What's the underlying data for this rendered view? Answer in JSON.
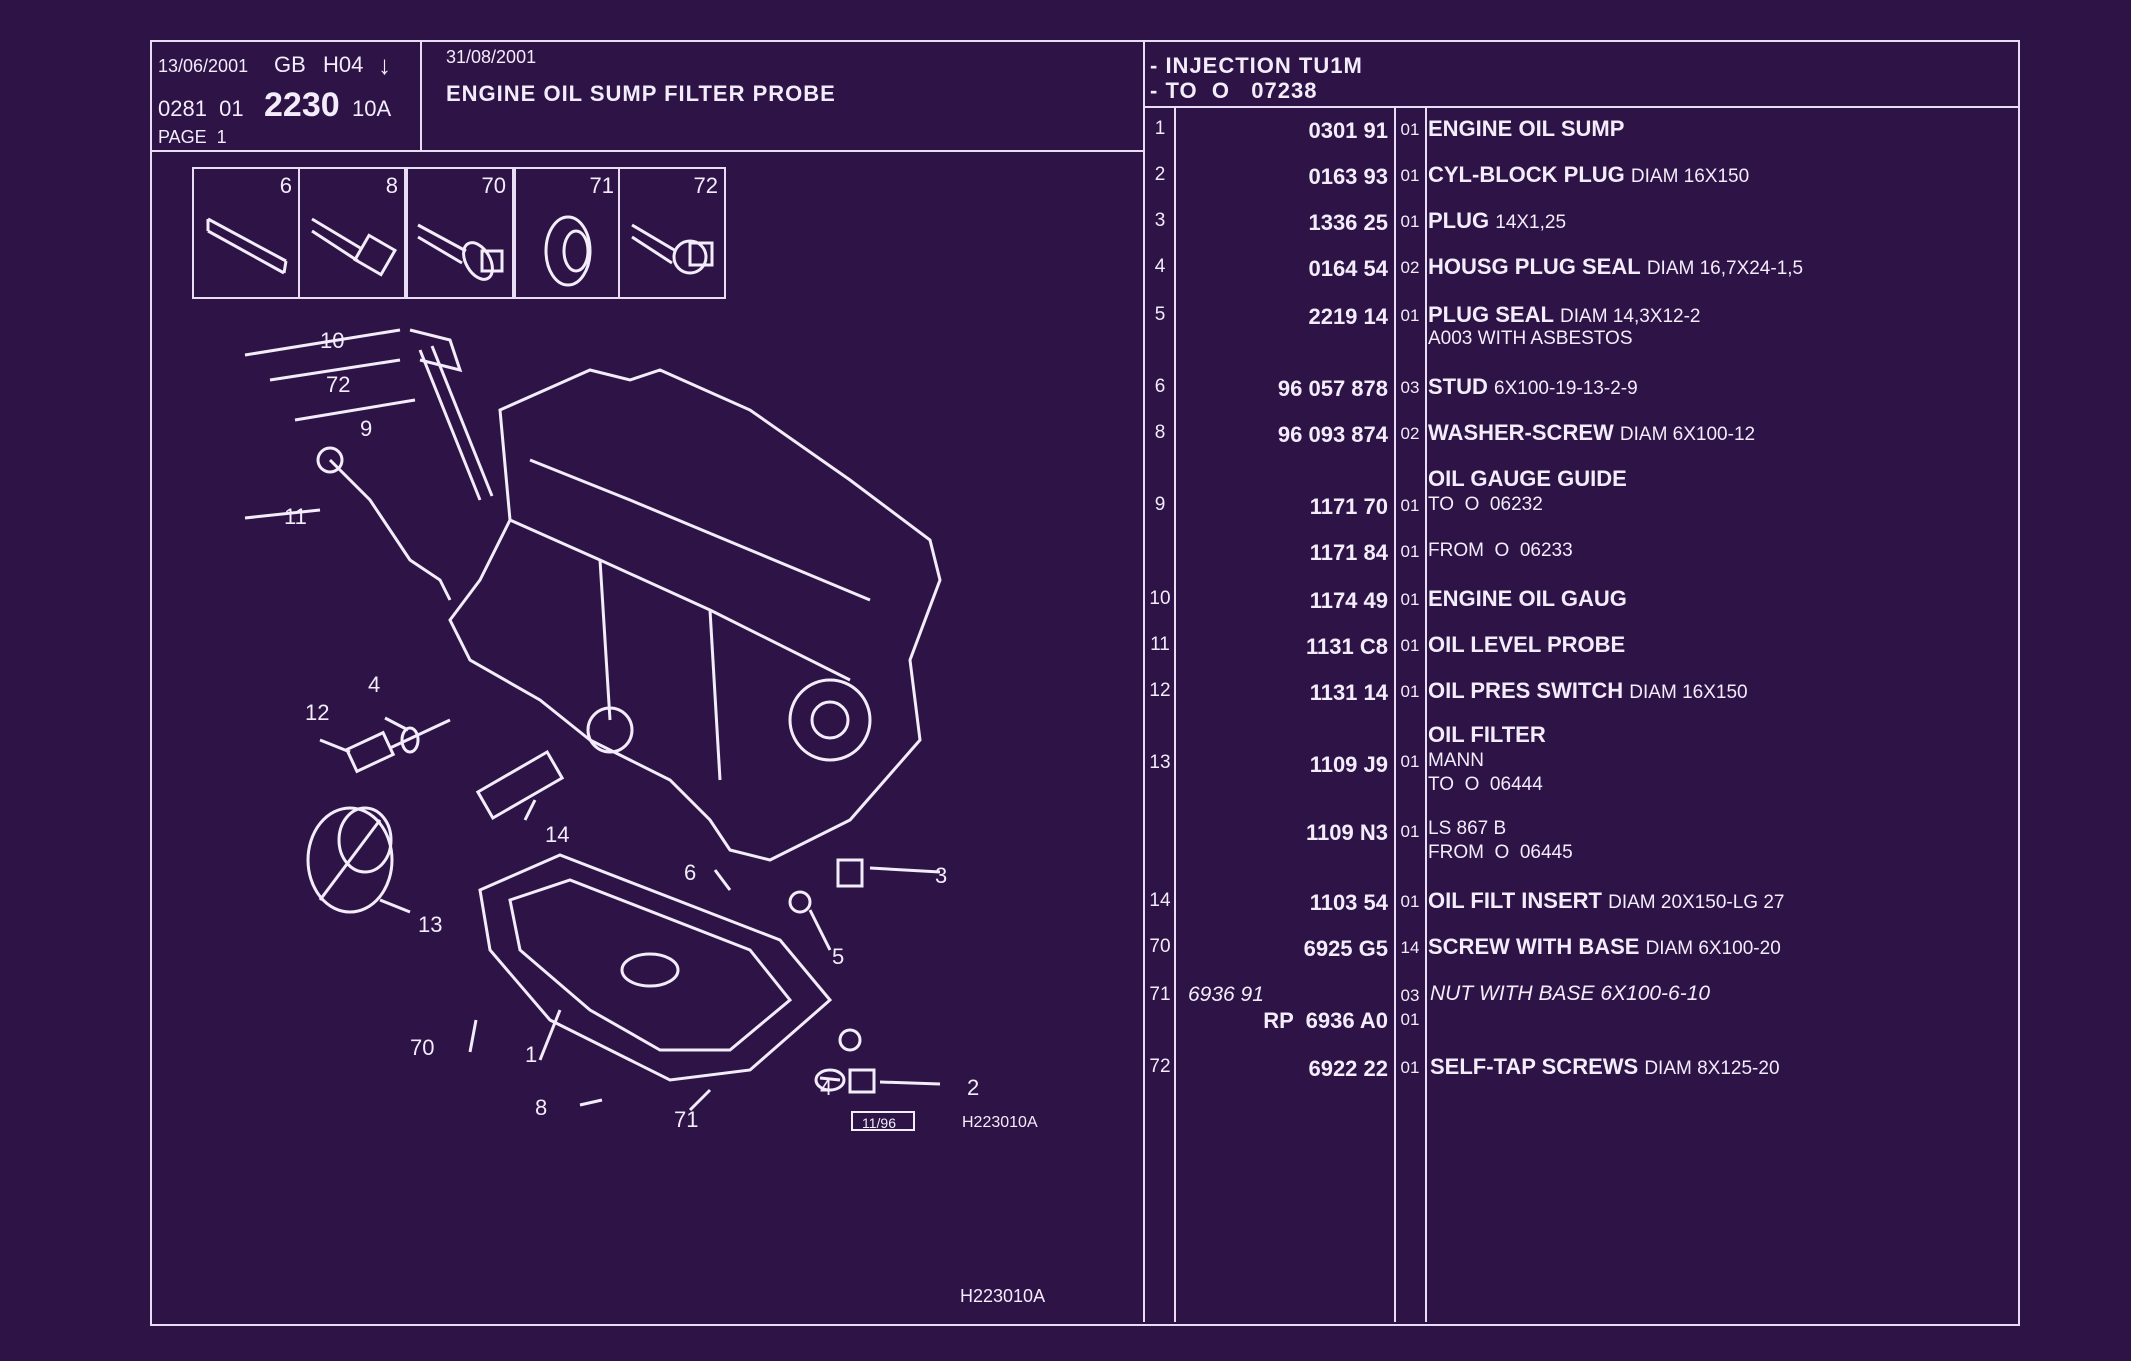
{
  "header": {
    "date1": "13/06/2001",
    "lang": "GB",
    "code": "H04",
    "arrow": "↓",
    "ref_prefix": "0281  01",
    "ref_main": "2230",
    "ref_suffix": "10A",
    "page": "PAGE  1",
    "date2": "31/08/2001",
    "title": "ENGINE OIL SUMP FILTER PROBE",
    "right_line1": "- INJECTION TU1M",
    "right_line2": "- TO  O   07238"
  },
  "thumbs": [
    "6",
    "8",
    "70",
    "71",
    "72"
  ],
  "callouts": [
    "10",
    "72",
    "9",
    "11",
    "4",
    "12",
    "14",
    "13",
    "6",
    "3",
    "5",
    "70",
    "1",
    "8",
    "71",
    "4",
    "2"
  ],
  "diagram_labels": {
    "date_box": "11/96",
    "code": "H223010A",
    "footer_code": "H223010A"
  },
  "parts": [
    {
      "item": "1",
      "ref": "0301 91",
      "qty": "01",
      "name": "ENGINE OIL SUMP",
      "detail": ""
    },
    {
      "item": "2",
      "ref": "0163 93",
      "qty": "01",
      "name": "CYL-BLOCK PLUG",
      "detail": "DIAM 16X150"
    },
    {
      "item": "3",
      "ref": "1336 25",
      "qty": "01",
      "name": "PLUG",
      "detail": "14X1,25"
    },
    {
      "item": "4",
      "ref": "0164 54",
      "qty": "02",
      "name": "HOUSG PLUG SEAL",
      "detail": "DIAM 16,7X24-1,5"
    },
    {
      "item": "5",
      "ref": "2219 14",
      "qty": "01",
      "name": "PLUG SEAL",
      "detail": "DIAM 14,3X12-2",
      "extra": "A003 WITH ASBESTOS"
    },
    {
      "item": "6",
      "ref": "96 057 878",
      "qty": "03",
      "name": "STUD",
      "detail": "6X100-19-13-2-9"
    },
    {
      "item": "8",
      "ref": "96 093 874",
      "qty": "02",
      "name": "WASHER-SCREW",
      "detail": "DIAM 6X100-12"
    },
    {
      "item": "9",
      "ref": "1171 70",
      "qty": "01",
      "title": "OIL GAUGE GUIDE",
      "name": "",
      "detail": "TO  O  06232"
    },
    {
      "item": "",
      "ref": "1171 84",
      "qty": "01",
      "name": "",
      "detail": "FROM  O  06233"
    },
    {
      "item": "10",
      "ref": "1174 49",
      "qty": "01",
      "name": "ENGINE OIL GAUG",
      "detail": ""
    },
    {
      "item": "11",
      "ref": "1131 C8",
      "qty": "01",
      "name": "OIL LEVEL PROBE",
      "detail": ""
    },
    {
      "item": "12",
      "ref": "1131 14",
      "qty": "01",
      "name": "OIL PRES SWITCH",
      "detail": "DIAM 16X150"
    },
    {
      "item": "13",
      "ref": "1109 J9",
      "qty": "01",
      "title": "OIL FILTER",
      "name": "",
      "detail": "MANN",
      "extra": "TO  O  06444"
    },
    {
      "item": "",
      "ref": "1109 N3",
      "qty": "01",
      "name": "",
      "detail": "LS 867 B",
      "extra": "FROM  O  06445"
    },
    {
      "item": "14",
      "ref": "1103 54",
      "qty": "01",
      "name": "OIL FILT INSERT",
      "detail": "DIAM 20X150-LG 27"
    },
    {
      "item": "70",
      "ref": "6925 G5",
      "qty": "14",
      "name": "SCREW WITH BASE",
      "detail": "DIAM 6X100-20"
    },
    {
      "item": "71",
      "ref": "6936 91",
      "qty": "03",
      "name": "NUT WITH BASE 6X100-6-10",
      "detail": "",
      "italic": true,
      "rp_ref": "RP  6936 A0",
      "rp_qty": "01"
    },
    {
      "item": "72",
      "ref": "6922 22",
      "qty": "01",
      "name": "SELF-TAP SCREWS",
      "detail": "DIAM 8X125-20"
    }
  ]
}
